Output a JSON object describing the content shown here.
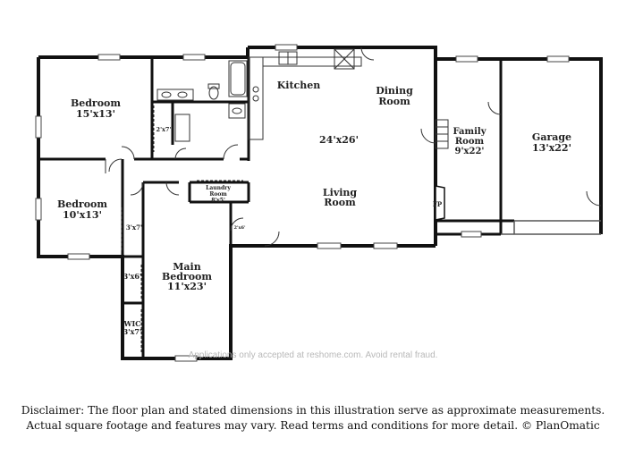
{
  "rooms": {
    "bedroom1": {
      "name": "Bedroom",
      "dims": "15'x13'"
    },
    "bedroom2": {
      "name": "Bedroom",
      "dims": "10'x13'"
    },
    "kitchen": {
      "name": "Kitchen"
    },
    "dining": {
      "name": "Dining",
      "name2": "Room"
    },
    "living": {
      "name": "Living",
      "name2": "Room",
      "dims": "24'x26'"
    },
    "family": {
      "name": "Family",
      "name2": "Room",
      "dims": "9'x22'"
    },
    "garage": {
      "name": "Garage",
      "dims": "13'x22'"
    },
    "laundry": {
      "name": "Laundry",
      "name2": "Room",
      "dims": "8'x5'"
    },
    "main_bedroom": {
      "name": "Main",
      "name2": "Bedroom",
      "dims": "11'x23'"
    },
    "wic": {
      "name": "WIC",
      "dims": "3'x7'"
    },
    "closet_2x7": {
      "dims": "2'x7'"
    },
    "closet_3x7": {
      "dims": "3'x7'"
    },
    "closet_3x6": {
      "dims": "3'x6'"
    },
    "closet_2x6": {
      "dims": "2'x6'"
    },
    "fireplace": {
      "label": "FP"
    }
  },
  "watermark": "Applications only accepted at reshome.com. Avoid rental fraud.",
  "disclaimer": {
    "line1": "Disclaimer: The floor plan and stated dimensions in this illustration serve as approximate measurements.",
    "line2": "Actual square footage and features may vary. Read terms and conditions for more detail. © PlanOmatic"
  }
}
